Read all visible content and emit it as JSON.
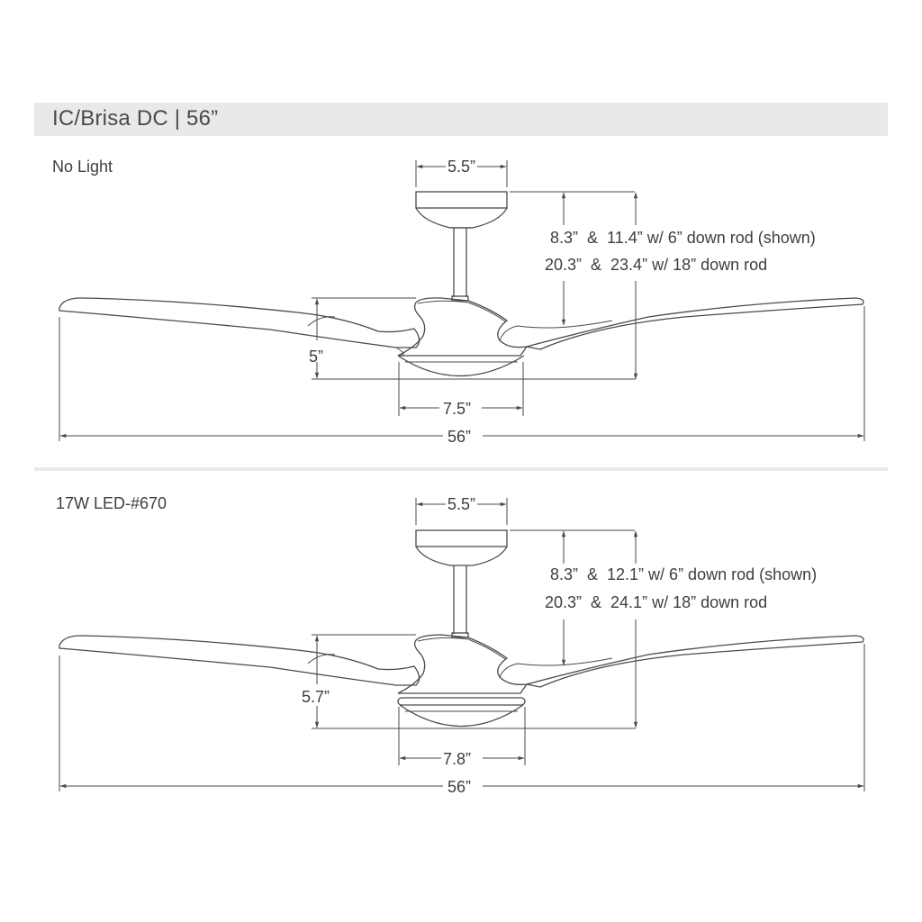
{
  "header": {
    "title": "IC/Brisa DC | 56”"
  },
  "colors": {
    "title_bar_bg": "#e9e9ec",
    "line": "#4a4a4a",
    "text": "#3e3e3e"
  },
  "diagrams": [
    {
      "label": "No Light",
      "canopy_width": "5.5”",
      "height_line_1": "8.3”  &  11.4” w/ 6” down rod (shown)",
      "height_line_2": "20.3”  &  23.4” w/ 18” down rod",
      "body_height": "5”",
      "light_width": "7.5”",
      "overall_span": "56”"
    },
    {
      "label": "17W LED-#670",
      "canopy_width": "5.5”",
      "height_line_1": "8.3”  &  12.1” w/ 6” down rod (shown)",
      "height_line_2": "20.3”  &  24.1” w/ 18” down rod",
      "body_height": "5.7”",
      "light_width": "7.8”",
      "overall_span": "56”"
    }
  ]
}
